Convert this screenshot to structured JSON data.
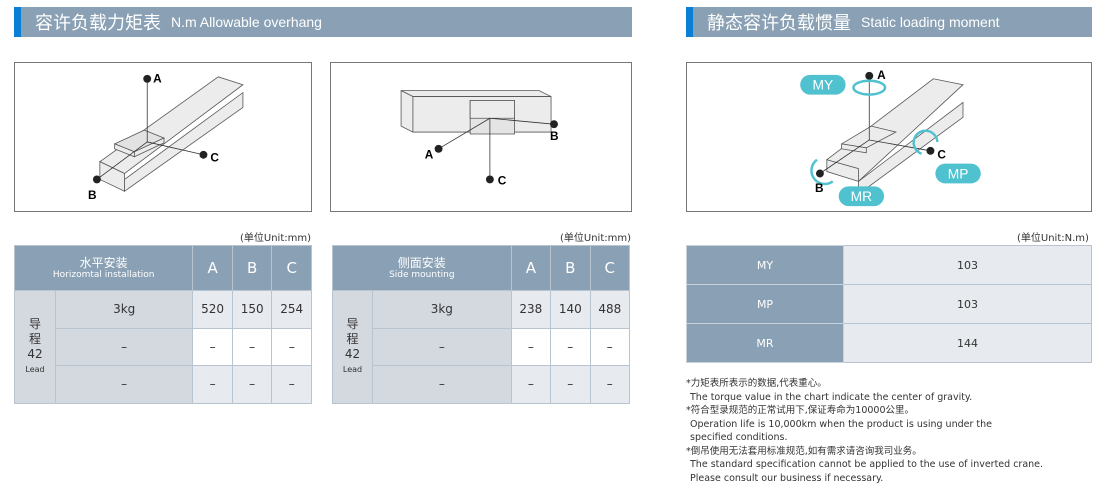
{
  "left_header": {
    "cn": "容许负载力矩表",
    "en": "N.m  Allowable overhang"
  },
  "right_header": {
    "cn": "静态容许负载惯量",
    "en": "Static loading moment"
  },
  "diagram_labels": {
    "a": "A",
    "b": "B",
    "c": "C",
    "my": "MY",
    "mp": "MP",
    "mr": "MR"
  },
  "colors": {
    "accent": "#0a7fd6",
    "header": "#8aa0b4",
    "moment_badge": "#4fc1cf"
  },
  "units": {
    "mm": "(单位Unit:mm)",
    "nm": "(单位Unit:N.m)"
  },
  "horizontal_table": {
    "title_cn": "水平安装",
    "title_en": "Horizomtal installation",
    "columns": [
      "A",
      "B",
      "C"
    ],
    "lead": {
      "cn1": "导",
      "cn2": "程",
      "value": "42",
      "en": "Lead"
    },
    "rows": [
      [
        "3kg",
        "520",
        "150",
        "254"
      ],
      [
        "–",
        "–",
        "–",
        "–"
      ],
      [
        "–",
        "–",
        "–",
        "–"
      ]
    ]
  },
  "side_table": {
    "title_cn": "侧面安装",
    "title_en": "Side mounting",
    "columns": [
      "A",
      "B",
      "C"
    ],
    "lead": {
      "cn1": "导",
      "cn2": "程",
      "value": "42",
      "en": "Lead"
    },
    "rows": [
      [
        "3kg",
        "238",
        "140",
        "488"
      ],
      [
        "–",
        "–",
        "–",
        "–"
      ],
      [
        "–",
        "–",
        "–",
        "–"
      ]
    ]
  },
  "static_table": {
    "rows": [
      [
        "MY",
        "103"
      ],
      [
        "MP",
        "103"
      ],
      [
        "MR",
        "144"
      ]
    ]
  },
  "notes": [
    {
      "cn": "*力矩表所表示的数据,代表重心。",
      "en": [
        "The torque value in the chart indicate the center of gravity."
      ]
    },
    {
      "cn": "*符合型录规范的正常试用下,保证寿命为10000公里。",
      "en": [
        "Operation life is 10,000km when the product is using under the",
        "specified conditions."
      ]
    },
    {
      "cn": "*倒吊使用无法套用标准规范,如有需求请咨询我司业务。",
      "en": [
        "The standard specification cannot be applied to the use of inverted crane.",
        "Please consult our business if necessary."
      ]
    }
  ]
}
